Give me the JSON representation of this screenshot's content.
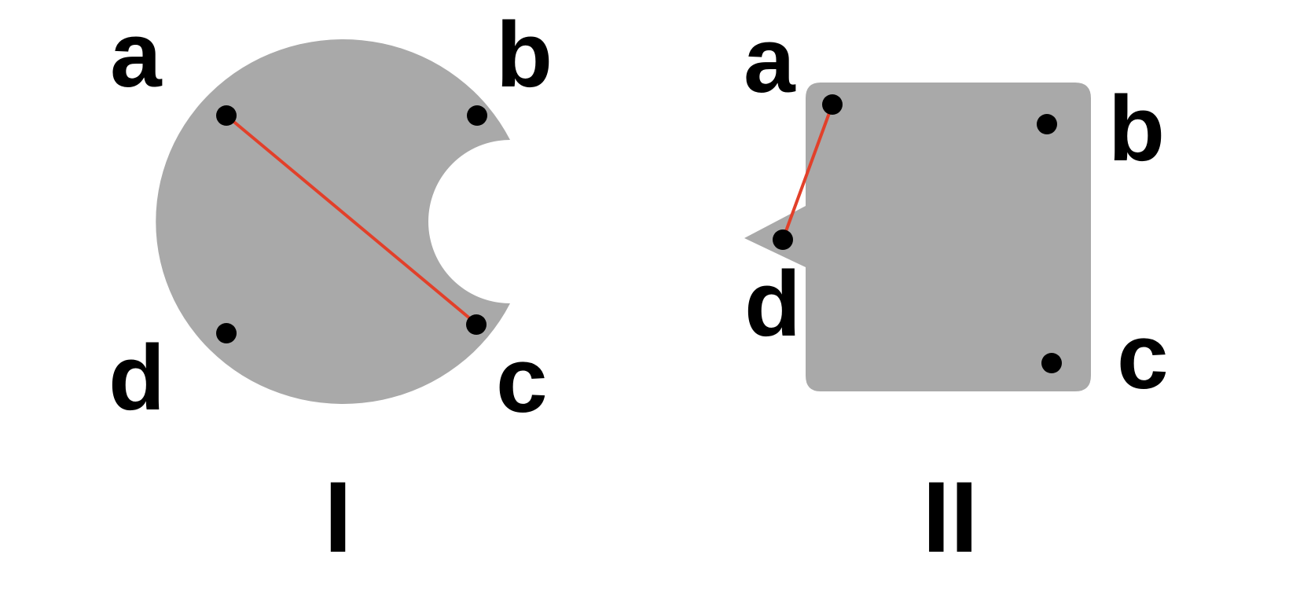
{
  "colors": {
    "shape_fill": "#a9a9a9",
    "point": "#000000",
    "segment": "#e2402a",
    "background": "#ffffff"
  },
  "figures": [
    {
      "label": "I",
      "points": {
        "a": "a",
        "b": "b",
        "c": "c",
        "d": "d"
      },
      "segment": [
        "a",
        "c"
      ]
    },
    {
      "label": "II",
      "points": {
        "a": "a",
        "b": "b",
        "c": "c",
        "d": "d"
      },
      "segment": [
        "a",
        "d"
      ]
    }
  ]
}
